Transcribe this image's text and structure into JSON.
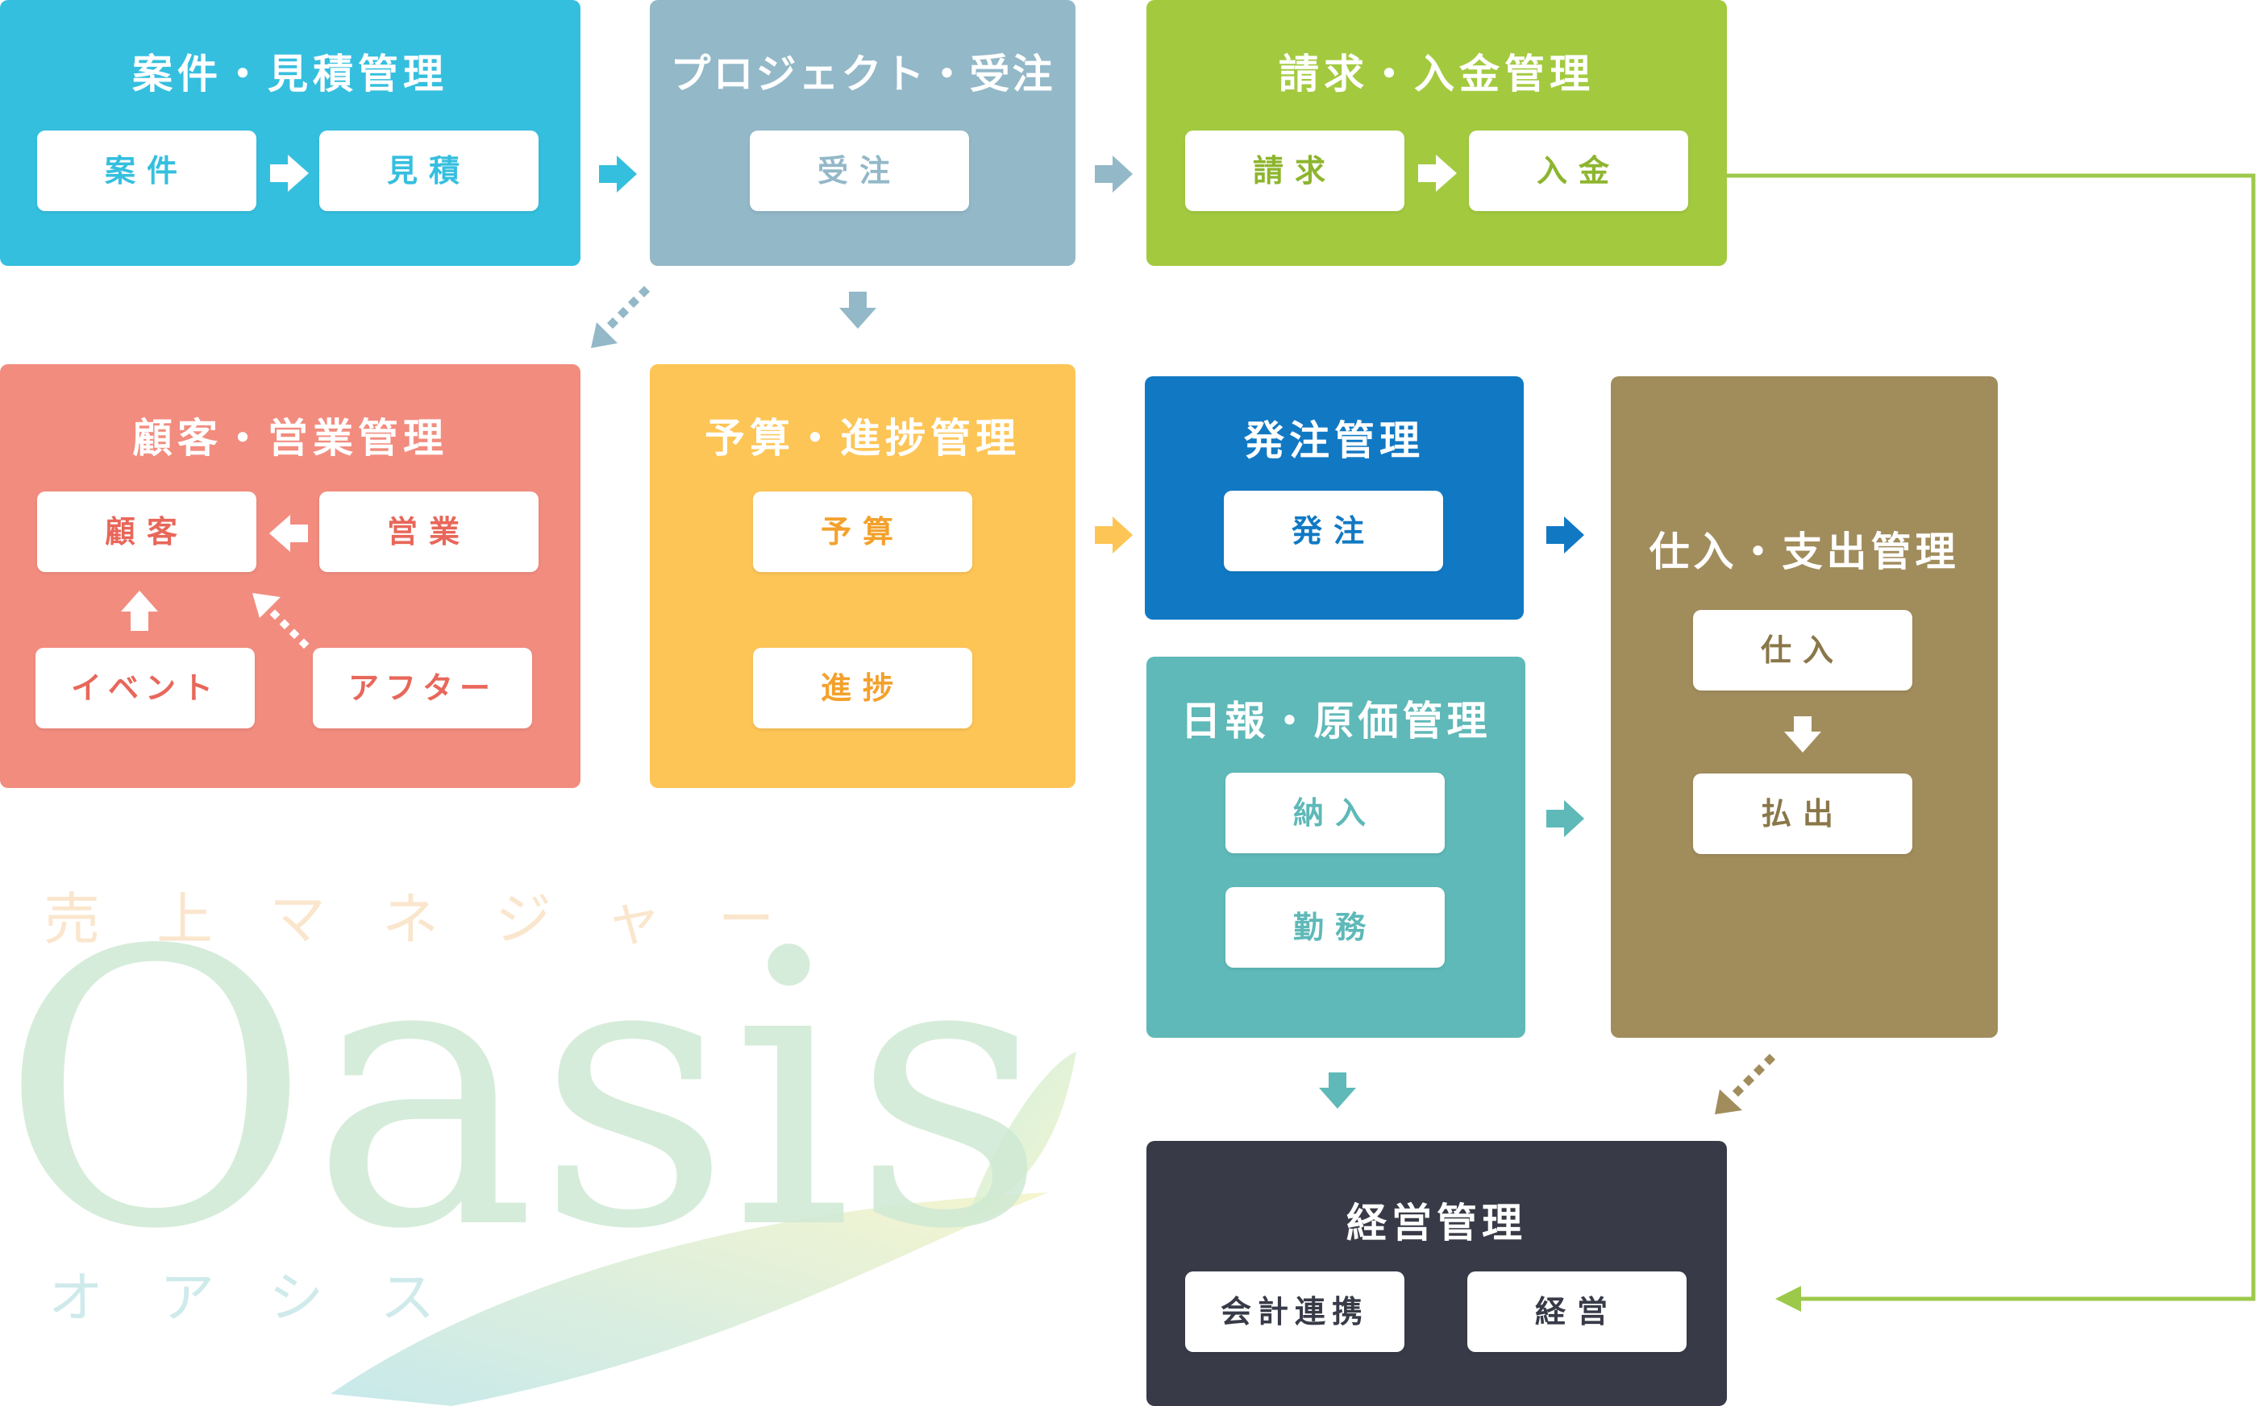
{
  "colors": {
    "anken": "#35bfdf",
    "project": "#93b8c8",
    "seikyu": "#a3ca3f",
    "kokyaku": "#f28c7f",
    "yosan": "#fdc556",
    "hacchu": "#1179c4",
    "nippo": "#5eb9b8",
    "shiire": "#a18c5c",
    "keiei": "#383b47",
    "flow_line": "#9dc94a"
  },
  "boxes": {
    "anken": {
      "title": "案件・見積管理",
      "items": [
        "案件",
        "見積"
      ]
    },
    "project": {
      "title": "プロジェクト・受注",
      "items": [
        "受注"
      ]
    },
    "seikyu": {
      "title": "請求・入金管理",
      "items": [
        "請求",
        "入金"
      ]
    },
    "kokyaku": {
      "title": "顧客・営業管理",
      "items": [
        "顧客",
        "営業",
        "イベント",
        "アフター"
      ]
    },
    "yosan": {
      "title": "予算・進捗管理",
      "items": [
        "予算",
        "進捗"
      ]
    },
    "hacchu": {
      "title": "発注管理",
      "items": [
        "発注"
      ]
    },
    "nippo": {
      "title": "日報・原価管理",
      "items": [
        "納入",
        "勤務"
      ]
    },
    "shiire": {
      "title": "仕入・支出管理",
      "items": [
        "仕入",
        "払出"
      ]
    },
    "keiei": {
      "title": "経営管理",
      "items": [
        "会計連携",
        "経営"
      ]
    }
  },
  "logo": {
    "tagline": "売上マネジャー",
    "name": "Oasis",
    "reading": "オアシス"
  }
}
